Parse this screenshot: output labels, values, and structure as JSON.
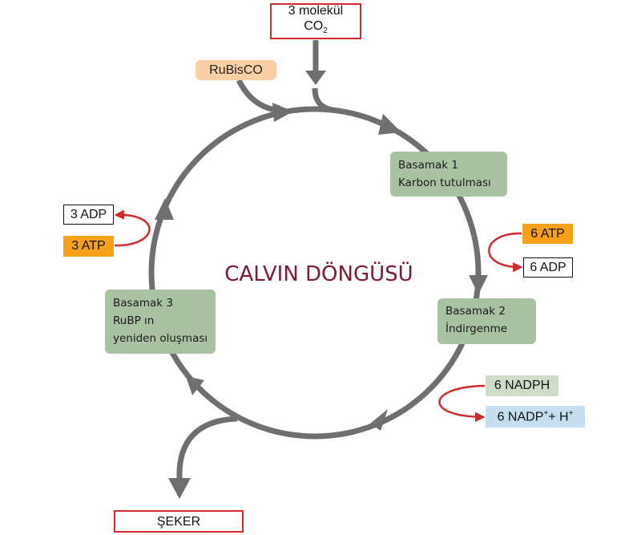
{
  "input": {
    "line1": "3 molekül",
    "co2_base": "CO",
    "co2_sub": "2"
  },
  "enzyme": {
    "label": "RuBisCO"
  },
  "title": "CALVIN DÖNGÜSÜ",
  "steps": [
    {
      "lines": [
        "Basamak 1",
        "Karbon tutulması"
      ]
    },
    {
      "lines": [
        "Basamak 2",
        "İndirgenme"
      ]
    },
    {
      "lines": [
        "Basamak 3",
        "RuBP ın",
        "yeniden oluşması"
      ]
    }
  ],
  "reactants": {
    "atp_in": "6 ATP",
    "adp_out": "6 ADP",
    "nadph_in": "6 NADPH",
    "nadp_out": {
      "base": "6 NADP",
      "sup1": "+",
      "plus": "+ H",
      "sup2": "+"
    },
    "atp_in_3": "3 ATP",
    "adp_out_3": "3 ADP"
  },
  "output": {
    "label": "ŞEKER"
  },
  "colors": {
    "cycle": "#6f6f6f",
    "red_arrow": "#d12a2a",
    "step_fill": "#a9c2a2",
    "enzyme_fill": "#f9cfa6",
    "atp_fill": "#f7a11a",
    "nadph_fill": "#cfdcc7",
    "nadp_fill": "#c6dff0",
    "title": "#7d1a2e"
  }
}
